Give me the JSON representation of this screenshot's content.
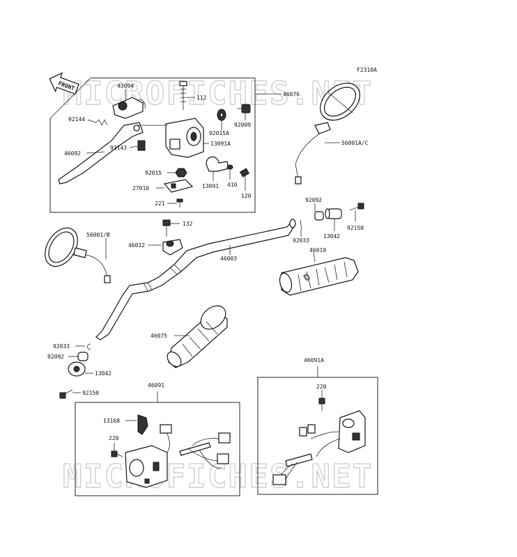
{
  "figure_code": "F2310A",
  "watermark": "MICROFICHES.NET",
  "front_label": "FRONT",
  "callouts": {
    "c43094": "43094",
    "c112": "112",
    "c46076": "46076",
    "c92144": "92144",
    "c92009": "92009",
    "c92015A": "92015A",
    "c92143": "92143",
    "c46092": "46092",
    "c13091A": "13091A",
    "c92015": "92015",
    "c27010": "27010",
    "c13091": "13091",
    "c410": "410",
    "c120": "120",
    "c221": "221",
    "c56001AC": "56001A/C",
    "c92092a": "92092",
    "c13042a": "13042",
    "c92150a": "92150",
    "c92033a": "92033",
    "c46019": "46019",
    "c132": "132",
    "c56001B": "56001/B",
    "c46012": "46012",
    "c46003": "46003",
    "c46075": "46075",
    "c92033b": "92033",
    "c92092b": "92092",
    "c13042b": "13042",
    "c92150b": "92150",
    "c46091": "46091",
    "c13168": "13168",
    "c220a": "220",
    "c46091A": "46091A",
    "c220b": "220"
  }
}
